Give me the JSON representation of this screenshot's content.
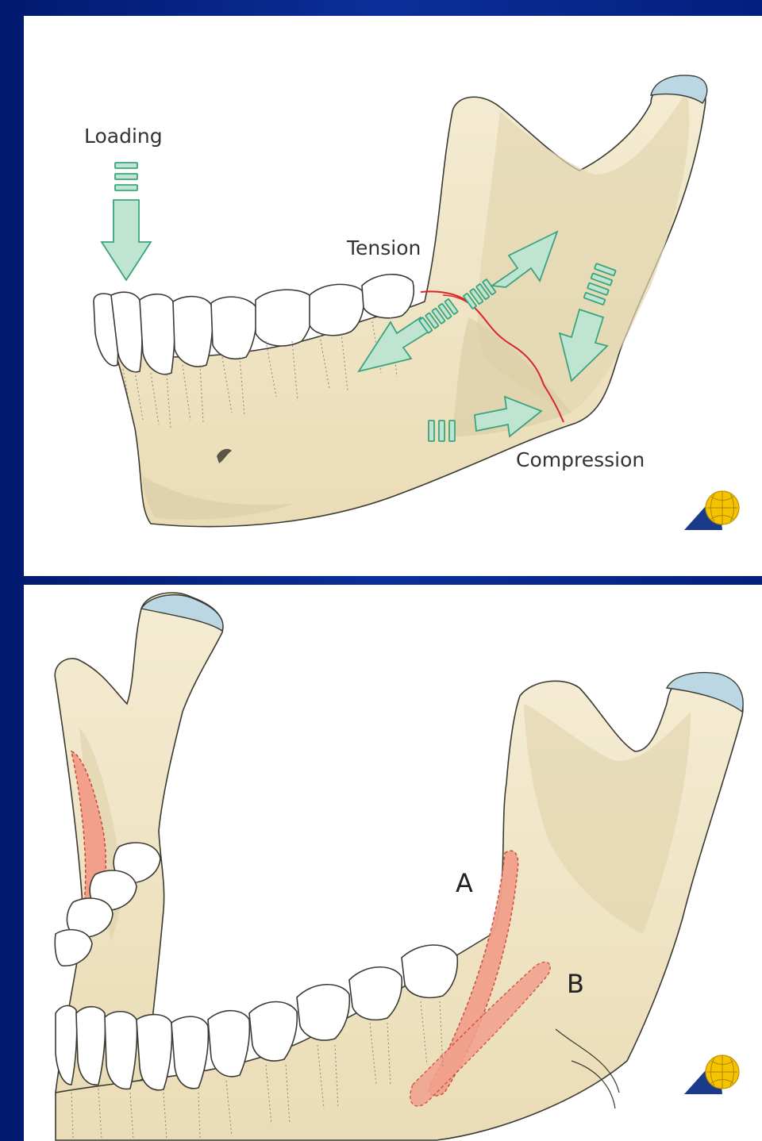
{
  "top_panel": {
    "labels": {
      "loading": "Loading",
      "tension": "Tension",
      "compression": "Compression"
    },
    "colors": {
      "bone": "#f1e8cc",
      "bone_shadow": "#dccfa8",
      "arrow": "#bfe4d2",
      "arrow_stroke": "#3aa57c",
      "fracture": "#d9262c"
    },
    "icon": "ao-foundation-logo-icon"
  },
  "bottom_panel": {
    "labels": {
      "region_a": "A",
      "region_b": "B"
    },
    "colors": {
      "bone": "#f1e8cc",
      "zone": "#f2a08c",
      "zone_stroke": "#c8453a"
    },
    "icon": "ao-foundation-logo-icon"
  }
}
